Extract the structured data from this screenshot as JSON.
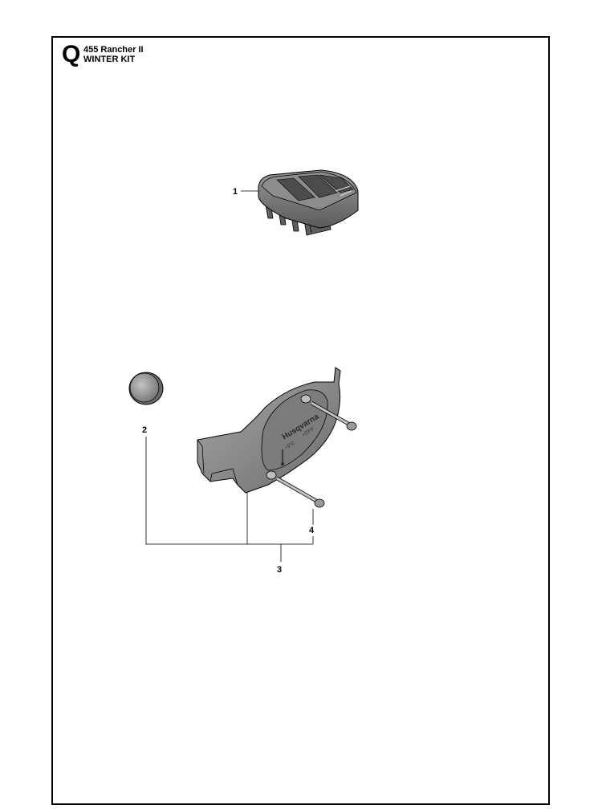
{
  "header": {
    "section_letter": "Q",
    "model": "455 Rancher II",
    "kit_title": "WINTER KIT"
  },
  "parts": [
    {
      "number": "1"
    },
    {
      "number": "2"
    },
    {
      "number": "3"
    },
    {
      "number": "4"
    }
  ],
  "cover_logo": {
    "brand": "Husqvarna",
    "temp_mark": "−5°C",
    "code_mark": "+23°F"
  },
  "colors": {
    "line": "#000000",
    "part_fill": "#7a7a7a",
    "part_dark": "#4a4a4a",
    "part_light": "#b0b0b0",
    "background": "#ffffff"
  }
}
